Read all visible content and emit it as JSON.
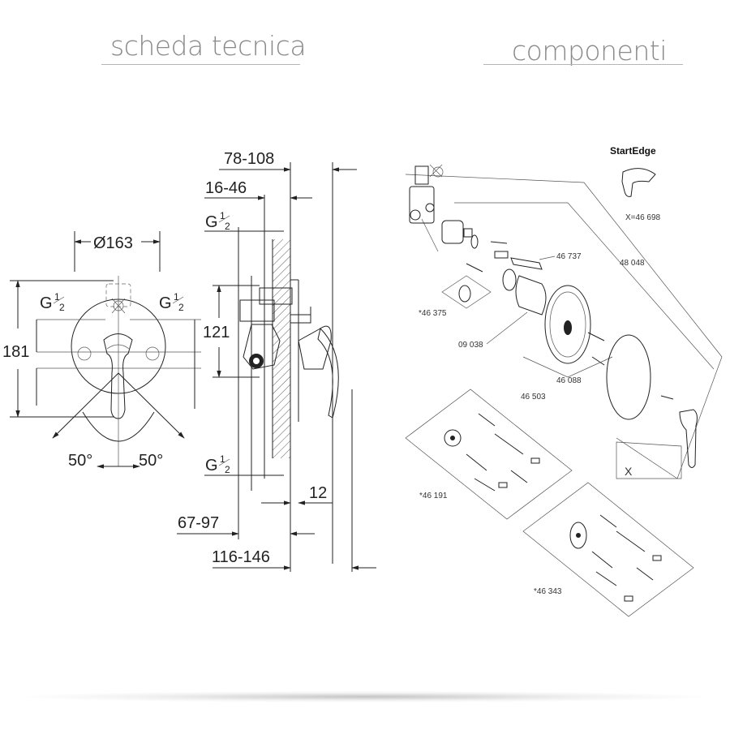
{
  "headers": {
    "left_title": "scheda tecnica",
    "right_title": "componenti"
  },
  "technical": {
    "diameter": "Ø163",
    "height": "181",
    "angle_left": "50°",
    "angle_right": "50°",
    "thread_main": "G",
    "thread_fraction_num": "1",
    "thread_fraction_den": "2",
    "depth_a": "78-108",
    "depth_b": "16-46",
    "side_height": "121",
    "depth_c": "12",
    "depth_d": "67-97",
    "depth_e": "116-146"
  },
  "components": {
    "brand": "StartEdge",
    "brand_ref": "X=46 698",
    "labels": {
      "p46737": "46 737",
      "p48048": "48 048",
      "p46375": "*46 375",
      "p09038": "09 038",
      "p46088": "46 088",
      "p46503": "46 503",
      "x_mark": "X",
      "p46191": "*46 191",
      "p46343": "*46 343"
    }
  }
}
